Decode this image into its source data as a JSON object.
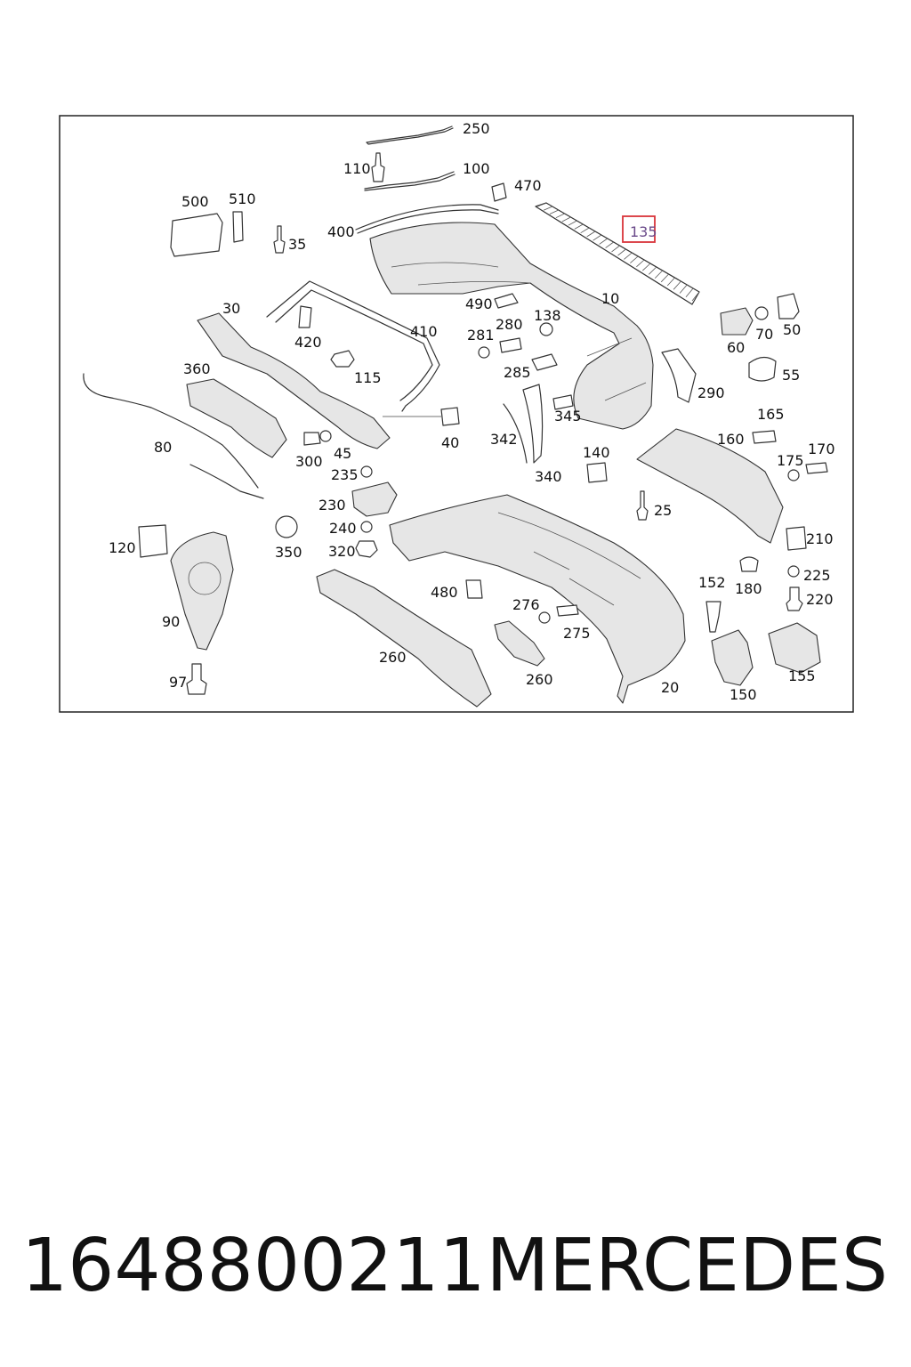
{
  "labels": {
    "l10": "10",
    "l20": "20",
    "l25": "25",
    "l30": "30",
    "l35": "35",
    "l40": "40",
    "l45": "45",
    "l50": "50",
    "l55": "55",
    "l60": "60",
    "l70": "70",
    "l80": "80",
    "l90": "90",
    "l97": "97",
    "l100": "100",
    "l110": "110",
    "l115": "115",
    "l120": "120",
    "l135": "135",
    "l138": "138",
    "l140": "140",
    "l150": "150",
    "l152": "152",
    "l155": "155",
    "l160": "160",
    "l165": "165",
    "l170": "170",
    "l175": "175",
    "l180": "180",
    "l210": "210",
    "l220": "220",
    "l225": "225",
    "l230": "230",
    "l235": "235",
    "l240": "240",
    "l250": "250",
    "l260a": "260",
    "l260b": "260",
    "l275": "275",
    "l276": "276",
    "l280": "280",
    "l281": "281",
    "l285": "285",
    "l290": "290",
    "l300": "300",
    "l320": "320",
    "l340": "340",
    "l342": "342",
    "l345": "345",
    "l350": "350",
    "l360": "360",
    "l400": "400",
    "l410": "410",
    "l420": "420",
    "l470": "470",
    "l480": "480",
    "l490": "490",
    "l500": "500",
    "l510": "510"
  },
  "highlight": {
    "label_key": "l135",
    "color": "#d9343a"
  },
  "caption": {
    "part_number": "1648800211",
    "brand": "MERCEDES"
  }
}
